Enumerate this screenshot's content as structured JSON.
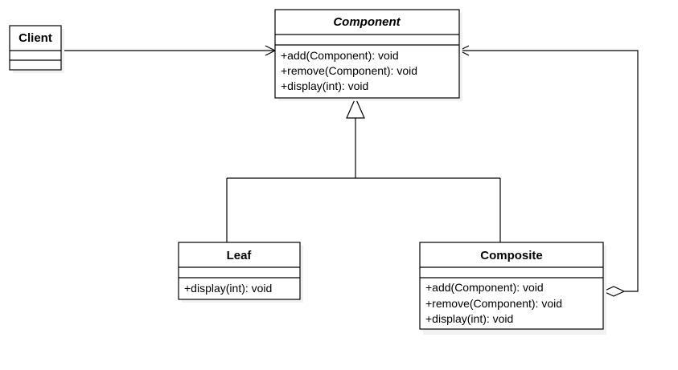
{
  "diagram": {
    "classes": {
      "client": {
        "name": "Client",
        "attributes": [],
        "methods": []
      },
      "component": {
        "name": "Component",
        "abstract": true,
        "attributes": [],
        "methods": [
          "+add(Component): void",
          "+remove(Component): void",
          "+display(int): void"
        ]
      },
      "leaf": {
        "name": "Leaf",
        "attributes": [],
        "methods": [
          "+display(int): void"
        ]
      },
      "composite": {
        "name": "Composite",
        "attributes": [],
        "methods": [
          "+add(Component): void",
          "+remove(Component): void",
          "+display(int): void"
        ]
      }
    },
    "relations": [
      {
        "type": "association",
        "from": "Client",
        "to": "Component"
      },
      {
        "type": "generalization",
        "from": "Leaf",
        "to": "Component"
      },
      {
        "type": "generalization",
        "from": "Composite",
        "to": "Component"
      },
      {
        "type": "aggregation",
        "from": "Composite",
        "to": "Component"
      }
    ]
  }
}
